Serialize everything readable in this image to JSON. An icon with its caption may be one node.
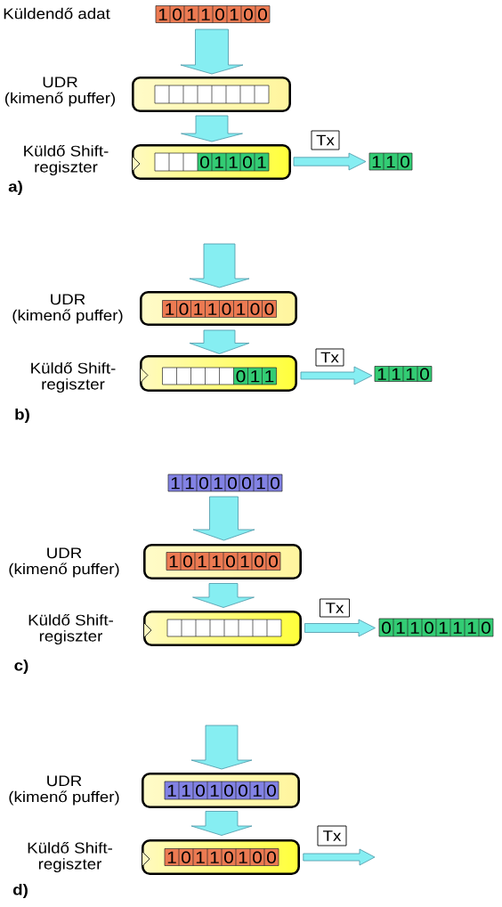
{
  "diagram": {
    "nodes": [
      {
        "text": [
          "1",
          "0",
          "1",
          "1",
          "0",
          "1",
          "0",
          "0"
        ],
        "beside": [
          "Küldendő adat"
        ]
      },
      {
        "text": [],
        "shape": "box",
        "beside": [
          "UDR (kimenő puffer)"
        ]
      },
      {
        "text": [],
        "shape": "box",
        "in": 1
      },
      {
        "text": [],
        "shape": "box",
        "beside": [
          "Küldő Shift-regiszter"
        ]
      },
      {
        "text": [
          "0",
          "1",
          "1",
          "0",
          "1"
        ],
        "in": 3
      },
      {
        "text": [
          "Tx"
        ]
      },
      {
        "text": [
          "1",
          "1",
          "0"
        ]
      },
      {
        "text": [],
        "shape": "box",
        "beside": [
          "UDR (kimenő puffer)"
        ]
      },
      {
        "text": [
          "1",
          "0",
          "1",
          "1",
          "0",
          "1",
          "0",
          "0"
        ],
        "in": 7
      },
      {
        "text": [],
        "shape": "box",
        "beside": [
          "Küldő Shift-regiszter"
        ]
      },
      {
        "text": [
          "0",
          "1",
          "1"
        ],
        "in": 9
      },
      {
        "text": [
          "Tx"
        ]
      },
      {
        "text": [
          "1",
          "1",
          "1",
          "0"
        ]
      },
      {
        "text": [
          "1",
          "1",
          "0",
          "1",
          "0",
          "0",
          "1",
          "0"
        ]
      },
      {
        "text": [],
        "shape": "box",
        "beside": [
          "UDR (kimenő puffer)"
        ]
      },
      {
        "text": [
          "1",
          "0",
          "1",
          "1",
          "0",
          "1",
          "0",
          "0"
        ],
        "in": 14
      },
      {
        "text": [],
        "shape": "box",
        "beside": [
          "Küldő Shift-regiszter"
        ]
      },
      {
        "text": [],
        "shape": "box",
        "in": 16
      },
      {
        "text": [
          "Tx"
        ]
      },
      {
        "text": [
          "0",
          "1",
          "1",
          "0",
          "1",
          "1",
          "1",
          "0"
        ]
      },
      {
        "text": [],
        "shape": "box",
        "beside": [
          "UDR (kimenő puffer)"
        ]
      },
      {
        "text": [
          "1",
          "1",
          "0",
          "1",
          "0",
          "0",
          "1",
          "0"
        ],
        "in": 20
      },
      {
        "text": [],
        "shape": "box",
        "beside": [
          "Küldő Shift-regiszter"
        ]
      },
      {
        "text": [
          "1",
          "0",
          "1",
          "1",
          "0",
          "1",
          "0",
          "0"
        ],
        "in": 22
      },
      {
        "text": [
          "Tx"
        ]
      }
    ],
    "edges": [
      {
        "from": 0,
        "to": 1,
        "arrow": "to"
      },
      {
        "from": 1,
        "to": 3,
        "arrow": "to"
      },
      {
        "from": 3,
        "to": 6,
        "arrow": "to"
      },
      {
        "from": null,
        "to": 7,
        "arrow": "to"
      },
      {
        "from": 7,
        "to": 9,
        "arrow": "to"
      },
      {
        "from": 9,
        "to": 12,
        "arrow": "to"
      },
      {
        "from": 13,
        "to": 14,
        "arrow": "to"
      },
      {
        "from": 14,
        "to": 16,
        "arrow": "to"
      },
      {
        "from": 16,
        "to": 19,
        "arrow": "to"
      },
      {
        "from": null,
        "to": 20,
        "arrow": "to"
      },
      {
        "from": 20,
        "to": 22,
        "arrow": "to"
      },
      {
        "from": 22,
        "to": null,
        "arrow": "to"
      }
    ],
    "labels": [
      "a)",
      "b)",
      "c)",
      "d)"
    ]
  }
}
